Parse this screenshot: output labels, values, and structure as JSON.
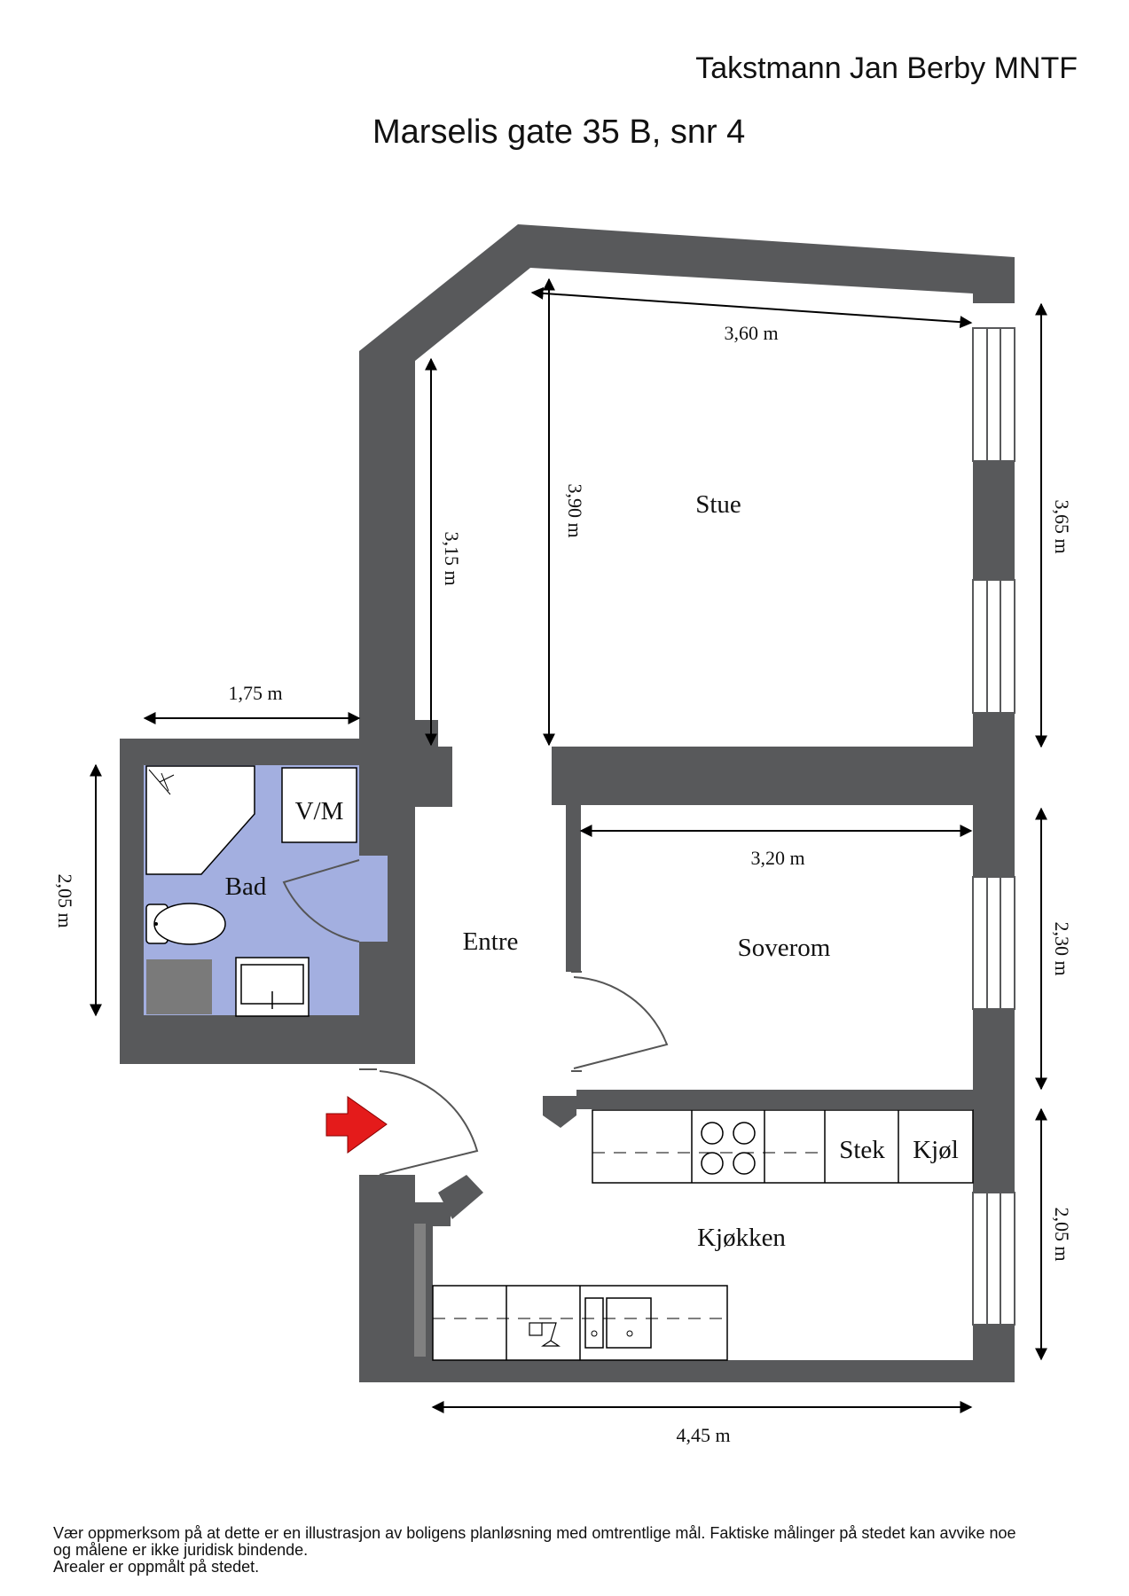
{
  "header": {
    "firm": "Takstmann Jan Berby MNTF",
    "address": "Marselis gate 35 B, snr 4"
  },
  "rooms": {
    "stue": "Stue",
    "soverom": "Soverom",
    "bad": "Bad",
    "entre": "Entre",
    "kjokken": "Kjøkken"
  },
  "fixtures": {
    "washer": "V/M",
    "oven": "Stek",
    "fridge": "Kjøl"
  },
  "dimensions": {
    "stue_width": "3,60 m",
    "stue_depth": "3,90 m",
    "hall_depth": "3,15 m",
    "stue_right": "3,65 m",
    "bad_width": "1,75 m",
    "bad_depth": "2,05 m",
    "soverom_width": "3,20 m",
    "soverom_right": "2,30 m",
    "kjokken_right": "2,05 m",
    "kjokken_width": "4,45 m"
  },
  "colors": {
    "wall": "#58595b",
    "bathroom_floor": "#a3afe0",
    "entry_arrow": "#e41b1b"
  },
  "disclaimer": {
    "line1": "Vær oppmerksom på at dette er en illustrasjon av boligens planløsning med omtrentlige mål. Faktiske målinger på stedet kan avvike noe",
    "line2": "og målene er ikke juridisk bindende.",
    "line3": "Arealer er oppmålt på stedet."
  }
}
